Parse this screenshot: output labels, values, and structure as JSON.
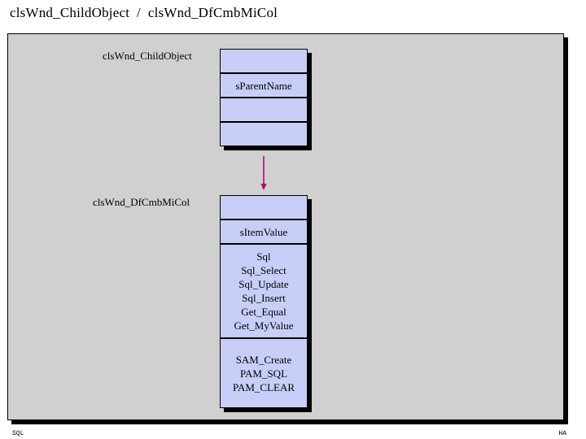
{
  "title": "cls​Wnd_Child​Object  /  cls​Wnd_Df​Cmb​Mi​Col",
  "colors": {
    "panel": "#d0d0d0",
    "box": "#c7cff8",
    "arrow": "#b0006a"
  },
  "parent_class": {
    "label": "clsWnd_ChildObject",
    "variables": [
      "sParentName"
    ]
  },
  "child_class": {
    "label": "clsWnd_DfCmbMiCol",
    "variables": [
      "sItemValue"
    ],
    "functions": [
      "Sql",
      "Sql_Select",
      "Sql_Update",
      "Sql_Insert",
      "Get_Equal",
      "Get_MyValue"
    ],
    "messages": [
      "SAM_Create",
      "PAM_SQL",
      "PAM_CLEAR"
    ]
  },
  "footer": {
    "left": "SQL",
    "right": "HA"
  }
}
